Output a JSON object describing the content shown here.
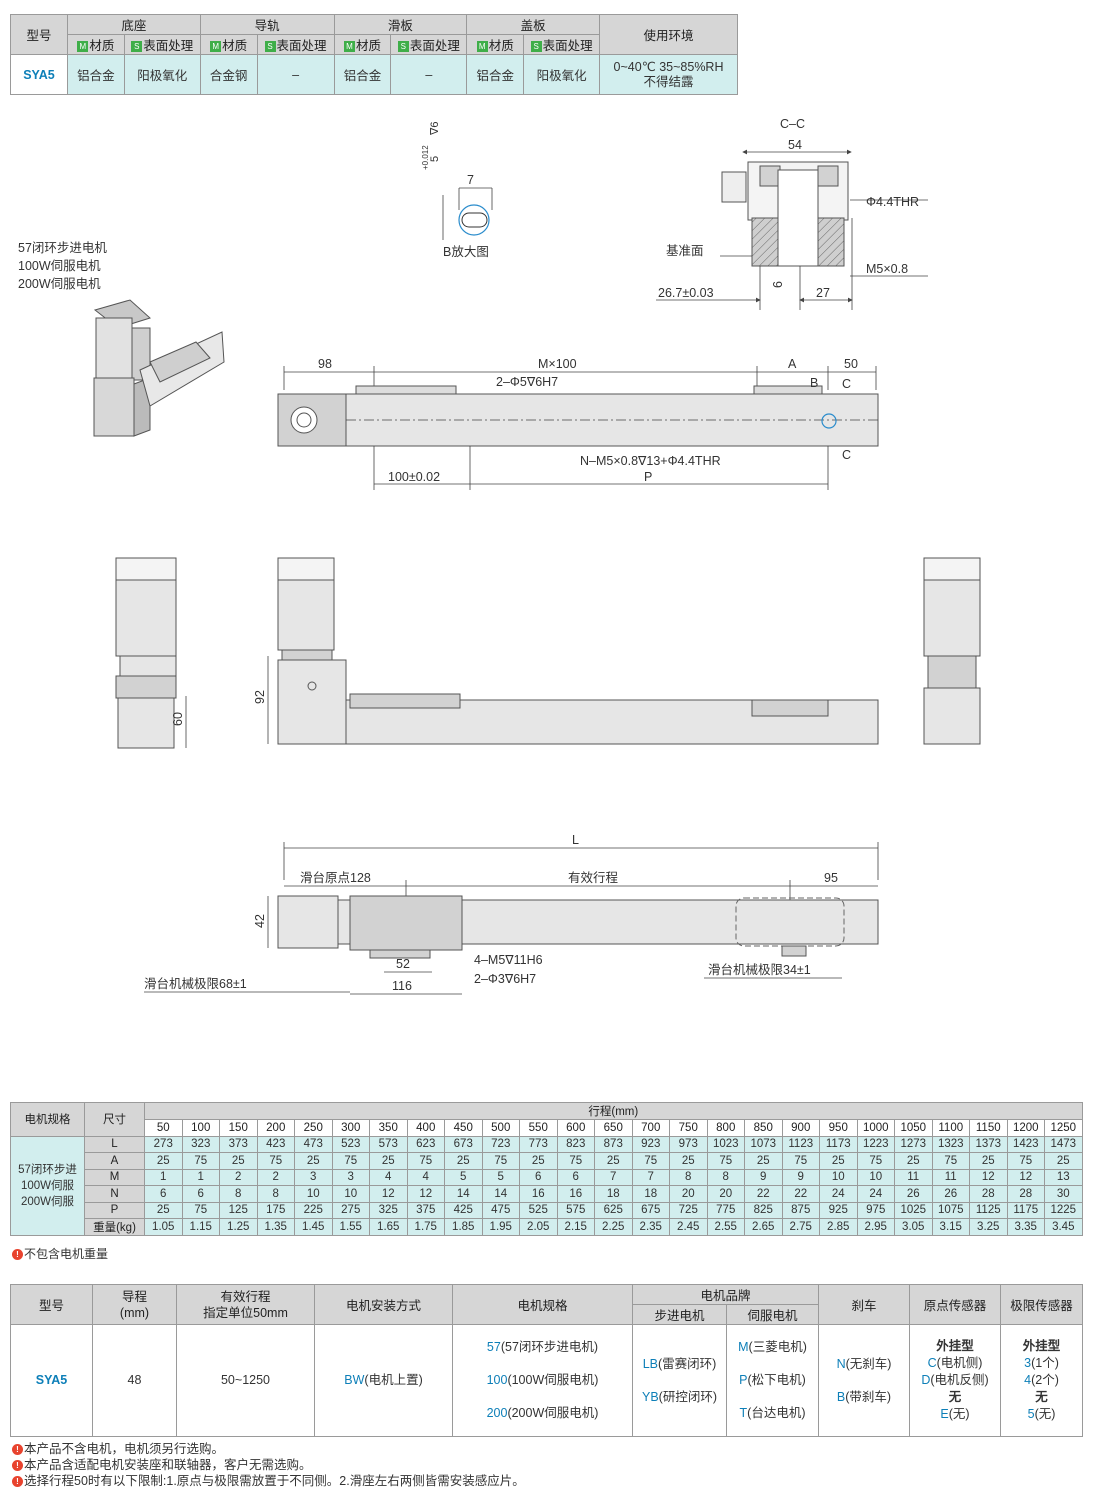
{
  "materials": {
    "col_model": "型号",
    "groups": [
      "底座",
      "导轨",
      "滑板",
      "盖板"
    ],
    "col_env": "使用环境",
    "m_badge": "M",
    "s_badge": "S",
    "sub_material": "材质",
    "sub_surface": "表面处理",
    "row": {
      "model": "SYA5",
      "base_material": "铝合金",
      "base_surface": "阳极氧化",
      "rail_material": "合金钢",
      "rail_surface": "–",
      "slider_material": "铝合金",
      "slider_surface": "–",
      "cover_material": "铝合金",
      "cover_surface": "阳极氧化",
      "env_line1": "0~40℃ 35~85%RH",
      "env_line2": "不得结露"
    }
  },
  "drawing": {
    "motor_list": [
      "57闭环步进电机",
      "100W伺服电机",
      "200W伺服电机"
    ],
    "detail_b": {
      "title": "B放大图",
      "depth": "∇6",
      "tol": "+0.012",
      "tol2": "0",
      "base": "5",
      "width": "7"
    },
    "section_cc": {
      "title": "C–C",
      "width": "54",
      "hole": "Φ4.4THR",
      "datum": "基准面",
      "thread": "M5×0.8",
      "offset": "26.7±0.03",
      "w27": "27",
      "h6": "6"
    },
    "top_view": {
      "d98": "98",
      "pitch": "M×100",
      "dA": "A",
      "d50": "50",
      "dB": "B",
      "dC": "C",
      "pin": "2–Φ5∇6H7",
      "holes": "N–M5×0.8∇13+Φ4.4THR",
      "d100": "100±0.02",
      "dP": "P"
    },
    "side_view": {
      "d92": "92",
      "d60": "60"
    },
    "bottom_view": {
      "dL": "L",
      "origin": "滑台原点128",
      "stroke": "有效行程",
      "d95": "95",
      "d42": "42",
      "mech_left": "滑台机械极限68±1",
      "d52": "52",
      "d116": "116",
      "m5": "4–M5∇11H6",
      "phi3": "2–Φ3∇6H7",
      "mech_right": "滑台机械极限34±1"
    }
  },
  "stroke_table": {
    "col_motor": "电机规格",
    "col_dim": "尺寸",
    "col_stroke": "行程(mm)",
    "motor_lines": [
      "57闭环步进",
      "100W伺服",
      "200W伺服"
    ],
    "strokes": [
      "50",
      "100",
      "150",
      "200",
      "250",
      "300",
      "350",
      "400",
      "450",
      "500",
      "550",
      "600",
      "650",
      "700",
      "750",
      "800",
      "850",
      "900",
      "950",
      "1000",
      "1050",
      "1100",
      "1150",
      "1200",
      "1250"
    ],
    "rows": [
      {
        "name": "L",
        "values": [
          "273",
          "323",
          "373",
          "423",
          "473",
          "523",
          "573",
          "623",
          "673",
          "723",
          "773",
          "823",
          "873",
          "923",
          "973",
          "1023",
          "1073",
          "1123",
          "1173",
          "1223",
          "1273",
          "1323",
          "1373",
          "1423",
          "1473"
        ]
      },
      {
        "name": "A",
        "values": [
          "25",
          "75",
          "25",
          "75",
          "25",
          "75",
          "25",
          "75",
          "25",
          "75",
          "25",
          "75",
          "25",
          "75",
          "25",
          "75",
          "25",
          "75",
          "25",
          "75",
          "25",
          "75",
          "25",
          "75",
          "25"
        ]
      },
      {
        "name": "M",
        "values": [
          "1",
          "1",
          "2",
          "2",
          "3",
          "3",
          "4",
          "4",
          "5",
          "5",
          "6",
          "6",
          "7",
          "7",
          "8",
          "8",
          "9",
          "9",
          "10",
          "10",
          "11",
          "11",
          "12",
          "12",
          "13"
        ]
      },
      {
        "name": "N",
        "values": [
          "6",
          "6",
          "8",
          "8",
          "10",
          "10",
          "12",
          "12",
          "14",
          "14",
          "16",
          "16",
          "18",
          "18",
          "20",
          "20",
          "22",
          "22",
          "24",
          "24",
          "26",
          "26",
          "28",
          "28",
          "30"
        ]
      },
      {
        "name": "P",
        "values": [
          "25",
          "75",
          "125",
          "175",
          "225",
          "275",
          "325",
          "375",
          "425",
          "475",
          "525",
          "575",
          "625",
          "675",
          "725",
          "775",
          "825",
          "875",
          "925",
          "975",
          "1025",
          "1075",
          "1125",
          "1175",
          "1225"
        ]
      },
      {
        "name": "重量(kg)",
        "values": [
          "1.05",
          "1.15",
          "1.25",
          "1.35",
          "1.45",
          "1.55",
          "1.65",
          "1.75",
          "1.85",
          "1.95",
          "2.05",
          "2.15",
          "2.25",
          "2.35",
          "2.45",
          "2.55",
          "2.65",
          "2.75",
          "2.85",
          "2.95",
          "3.05",
          "3.15",
          "3.25",
          "3.35",
          "3.45"
        ]
      }
    ],
    "note": "不包含电机重量"
  },
  "order_table": {
    "headers": {
      "model": "型号",
      "lead": "导程",
      "lead_unit": "(mm)",
      "stroke": "有效行程",
      "stroke_unit": "指定单位50mm",
      "mount": "电机安装方式",
      "motor_spec": "电机规格",
      "brand": "电机品牌",
      "brand_step": "步进电机",
      "brand_servo": "伺服电机",
      "brake": "刹车",
      "origin": "原点传感器",
      "limit": "极限传感器"
    },
    "row": {
      "model": "SYA5",
      "lead": "48",
      "stroke": "50~1250",
      "mount_code": "BW",
      "mount_text": "(电机上置)",
      "motor_specs": [
        {
          "code": "57",
          "text": "(57闭环步进电机)"
        },
        {
          "code": "100",
          "text": "(100W伺服电机)"
        },
        {
          "code": "200",
          "text": "(200W伺服电机)"
        }
      ],
      "step_brands": [
        {
          "code": "LB",
          "text": "(雷赛闭环)"
        },
        {
          "code": "YB",
          "text": "(研控闭环)"
        }
      ],
      "servo_brands": [
        {
          "code": "M",
          "text": "(三菱电机)"
        },
        {
          "code": "P",
          "text": "(松下电机)"
        },
        {
          "code": "T",
          "text": "(台达电机)"
        }
      ],
      "brakes": [
        {
          "code": "N",
          "text": "(无刹车)"
        },
        {
          "code": "B",
          "text": "(带刹车)"
        }
      ],
      "origin_title": "外挂型",
      "origin_opts": [
        {
          "code": "C",
          "text": "(电机侧)"
        },
        {
          "code": "D",
          "text": "(电机反侧)"
        }
      ],
      "origin_none": "无",
      "origin_none_code": "E",
      "origin_none_text": "(无)",
      "limit_title": "外挂型",
      "limit_opts": [
        {
          "code": "3",
          "text": "(1个)"
        },
        {
          "code": "4",
          "text": "(2个)"
        }
      ],
      "limit_none": "无",
      "limit_none_code": "5",
      "limit_none_text": "(无)"
    }
  },
  "footnotes": [
    "本产品不含电机，电机须另行选购。",
    "本产品含适配电机安装座和联轴器，客户无需选购。",
    "选择行程50时有以下限制:1.原点与极限需放置于不同侧。2.滑座左右两侧皆需安装感应片。"
  ]
}
